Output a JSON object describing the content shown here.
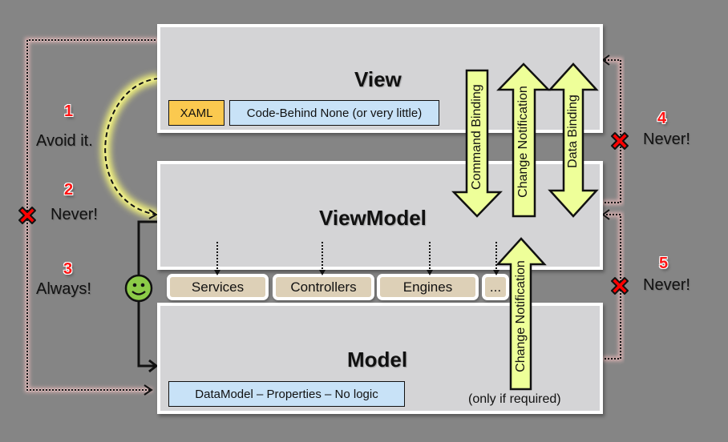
{
  "layers": {
    "view": {
      "title": "View",
      "tags": [
        "XAML",
        "Code-Behind None (or very little)"
      ]
    },
    "viewmodel": {
      "title": "ViewModel"
    },
    "model": {
      "title": "Model",
      "tags": [
        "DataModel – Properties – No logic"
      ],
      "note": "(only if required)"
    }
  },
  "services": [
    "Services",
    "Controllers",
    "Engines",
    "..."
  ],
  "bindings": {
    "command_binding": "Command Binding",
    "change_notification_view": "Change Notification",
    "data_binding": "Data Binding",
    "change_notification_model": "Change Notification"
  },
  "rules": [
    {
      "number": "1",
      "text": "Avoid it.",
      "allowed": null
    },
    {
      "number": "2",
      "text": "Never!",
      "allowed": false
    },
    {
      "number": "3",
      "text": "Always!",
      "allowed": true
    },
    {
      "number": "4",
      "text": "Never!",
      "allowed": false
    },
    {
      "number": "5",
      "text": "Never!",
      "allowed": false
    }
  ],
  "icons": {
    "forbidden": "red-x-icon",
    "approved": "smiley-icon"
  },
  "colors": {
    "background": "#858585",
    "layer_fill": "#d4d4d6",
    "xaml_tag": "#fbc94f",
    "info_tag": "#c8e2f7",
    "service_fill": "#ddd0b7",
    "binding_arrow": "#eeff99",
    "rule_number": "#ff1414",
    "forbidden": "#ff0000",
    "smiley": "#8ccb48"
  }
}
